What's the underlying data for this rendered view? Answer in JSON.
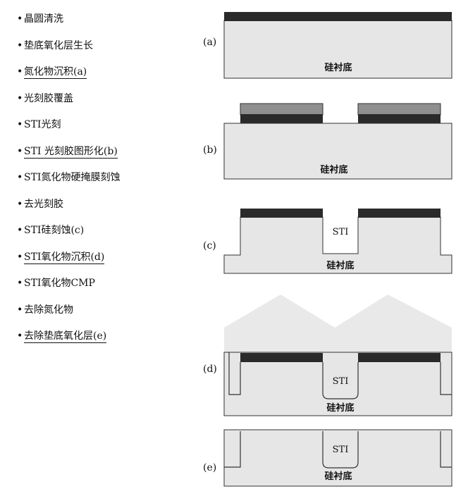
{
  "steps": [
    {
      "text": "晶圆清洗",
      "underlined": false
    },
    {
      "text": "垫底氧化层生长",
      "underlined": false
    },
    {
      "text": "氮化物沉积(a)",
      "underlined": true
    },
    {
      "text": "光刻胶覆盖",
      "underlined": false
    },
    {
      "text": "STI光刻",
      "underlined": false
    },
    {
      "text": "STI 光刻胶图形化(b)",
      "underlined": true
    },
    {
      "text": "STI氮化物硬掩膜刻蚀",
      "underlined": false
    },
    {
      "text": "去光刻胶",
      "underlined": false
    },
    {
      "text": "STI硅刻蚀(c)",
      "underlined": false
    },
    {
      "text": "STI氧化物沉积(d)",
      "underlined": true
    },
    {
      "text": "STI氧化物CMP",
      "underlined": false
    },
    {
      "text": "去除氮化物",
      "underlined": false
    },
    {
      "text": "去除垫底氧化层(e)",
      "underlined": true
    }
  ],
  "bullet": "•",
  "panels": [
    {
      "label": "(a)",
      "substrate_label": "硅衬底"
    },
    {
      "label": "(b)",
      "substrate_label": "硅衬底"
    },
    {
      "label": "(c)",
      "substrate_label": "硅衬底",
      "trench_label": "STI"
    },
    {
      "label": "(d)",
      "substrate_label": "硅衬底",
      "trench_label": "STI"
    },
    {
      "label": "(e)",
      "substrate_label": "硅衬底",
      "trench_label": "STI"
    }
  ],
  "colors": {
    "silicon": "#e6e6e6",
    "oxide": "#e9e9e9",
    "nitride": "#2a2a2a",
    "photoresist": "#8f8f8f",
    "outline": "#333333"
  }
}
